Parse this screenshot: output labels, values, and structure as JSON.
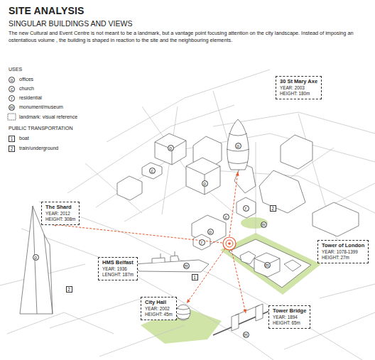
{
  "diagram": {
    "title": "SITE ANALYSIS",
    "nodes": [
      {
        "text": [
          "30 St Mary Axe",
          "YEAR: 2003",
          "HEIGHT: 180m"
        ]
      },
      {
        "text": [
          "The Shard",
          "YEAR: 2012",
          "HEIGHT: 308m"
        ]
      },
      {
        "text": [
          "Tower of London",
          "YEAR: 1078-1399",
          "HEIGHT: 27m"
        ]
      },
      {
        "text": [
          "HMS Belfast",
          "YEAR: 1936",
          "LENGHT: 187m"
        ]
      },
      {
        "text": [
          "City Hall",
          "YEAR: 2002",
          "HEIGHT: 45m"
        ]
      },
      {
        "text": [
          "Tower Bridge",
          "YEAR: 1894",
          "HEIGHT: 65m"
        ]
      }
    ],
    "labels": [
      "SINGULAR BUILDINGS AND VIEWS",
      "The new Cultural and Event Centre is not meant to be a landmark, but a vantage point focusing attention on the city landscape. Instead of imposing an ostentatious volume , the building is shaped in reaction to the site and the neighbouring elements.",
      "USES",
      "o",
      "c",
      "r",
      "m",
      "PUBLIC TRANSPORTATION",
      "1",
      "2",
      "o",
      "c",
      "o",
      "o",
      "2",
      "r",
      "m",
      "c",
      "o",
      "r",
      "o",
      "2",
      "m",
      "1",
      "m",
      "m"
    ],
    "legend": [
      {
        "text": "offices"
      },
      {
        "text": "church"
      },
      {
        "text": "residential"
      },
      {
        "text": "monument/museum"
      },
      {
        "text": "landmark: visual reference"
      },
      {
        "text": "boat"
      },
      {
        "text": "train/underground"
      }
    ]
  }
}
